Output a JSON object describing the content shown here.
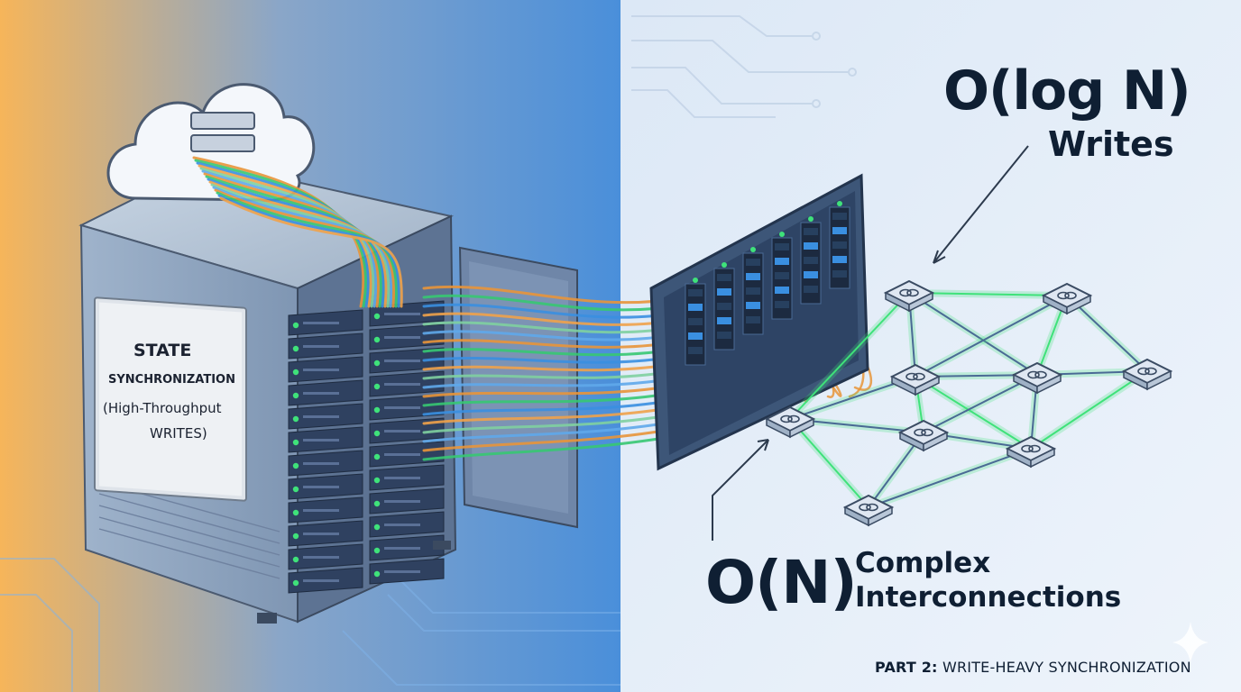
{
  "headline_top": {
    "complexity": "O(log N)",
    "label": "Writes"
  },
  "headline_bottom": {
    "complexity": "O(N)",
    "label_line1": "Complex",
    "label_line2": "Interconnections"
  },
  "server_label": {
    "line1": "STATE",
    "line2": "SYNCHRONIZATION",
    "line3": "(High-Throughput",
    "line4": "WRITES)"
  },
  "footer": {
    "bold": "PART 2:",
    "rest": " WRITE-HEAVY SYNCHRONIZATION"
  },
  "colors": {
    "left_bg_start": "#f4b45a",
    "left_bg_end": "#4a8fd8",
    "right_bg": "#e4eef9",
    "text_dark": "#0f1f33",
    "cable_orange": "#e8953a",
    "cable_green": "#37c872",
    "cable_blue": "#3a8fe0",
    "node_glow": "#3fe27a"
  },
  "icons": [
    "cloud-icon",
    "server-icon",
    "network-switch-icon",
    "link-node-icon",
    "sparkle-icon",
    "arrow-icon"
  ]
}
